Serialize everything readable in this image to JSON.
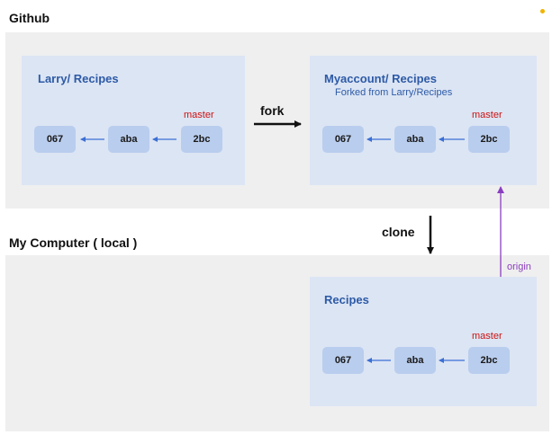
{
  "sections": {
    "github": "Github",
    "local": "My Computer ( local )"
  },
  "actions": {
    "fork": "fork",
    "clone": "clone",
    "origin": "origin"
  },
  "repos": {
    "larry": {
      "title": "Larry/ Recipes",
      "commits": [
        "067",
        "aba",
        "2bc"
      ],
      "branch": "master"
    },
    "myaccount": {
      "title": "Myaccount/ Recipes",
      "subtitle": "Forked from Larry/Recipes",
      "commits": [
        "067",
        "aba",
        "2bc"
      ],
      "branch": "master"
    },
    "local": {
      "title": "Recipes",
      "commits": [
        "067",
        "aba",
        "2bc"
      ],
      "branch": "master"
    }
  },
  "colors": {
    "band": "#efefef",
    "repo": "#dce5f4",
    "commit": "#b9cdee",
    "repo_title": "#2d5aa6",
    "branch": "#cc1111",
    "commit_arrow": "#3b6fd4",
    "origin": "#8a3fc0"
  }
}
